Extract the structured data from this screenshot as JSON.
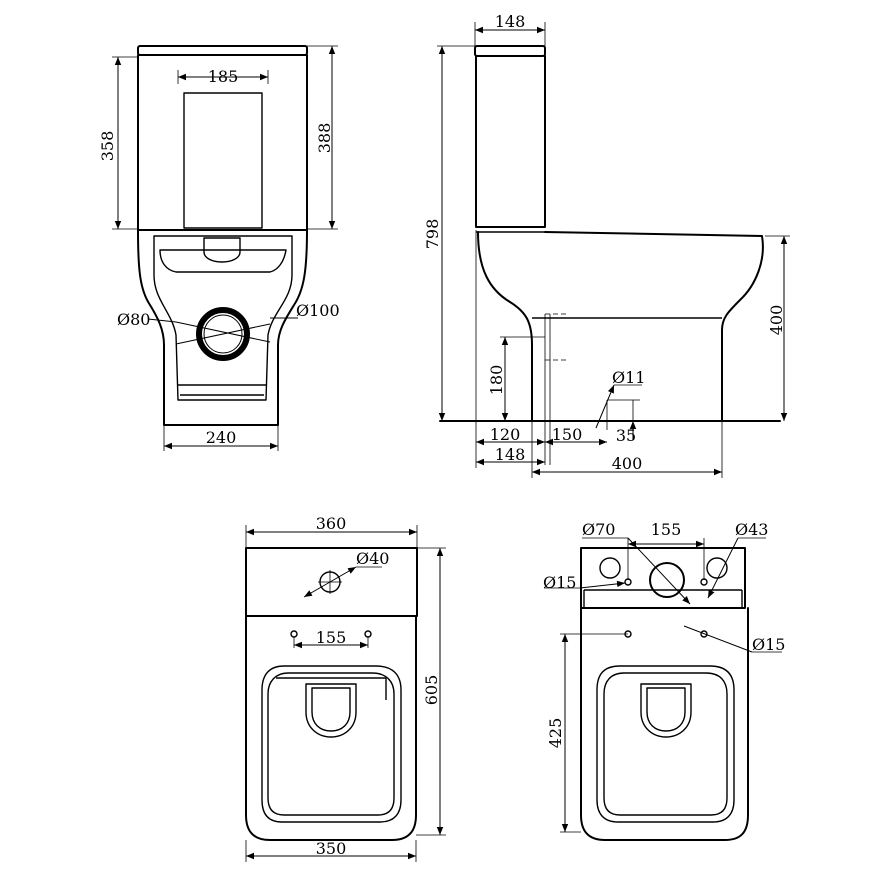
{
  "front_view": {
    "dim_tank_width_inner": "185",
    "dim_tank_height": "358",
    "dim_tank_total": "388",
    "dim_outlet_inner": "Ø80",
    "dim_outlet_outer": "Ø100",
    "dim_base_width": "240"
  },
  "side_view": {
    "dim_tank_depth": "148",
    "dim_total_height": "798",
    "dim_seat_height": "400",
    "dim_outlet_height": "180",
    "dim_fix_hole": "Ø11",
    "dim_wall_to_outlet": "120",
    "dim_outlet_to_fix": "150",
    "dim_fix_height": "35",
    "dim_tank_offset": "148",
    "dim_bowl_length": "400"
  },
  "top_view": {
    "dim_width": "360",
    "dim_button": "Ø40",
    "dim_hole_spacing": "155",
    "dim_depth": "605",
    "dim_base_width": "350"
  },
  "tank_top_view": {
    "dim_large_hole": "Ø70",
    "dim_spacing": "155",
    "dim_side_hole": "Ø43",
    "dim_small_hole_left": "Ø15",
    "dim_small_hole_right": "Ø15",
    "dim_hole_offset": "425"
  }
}
